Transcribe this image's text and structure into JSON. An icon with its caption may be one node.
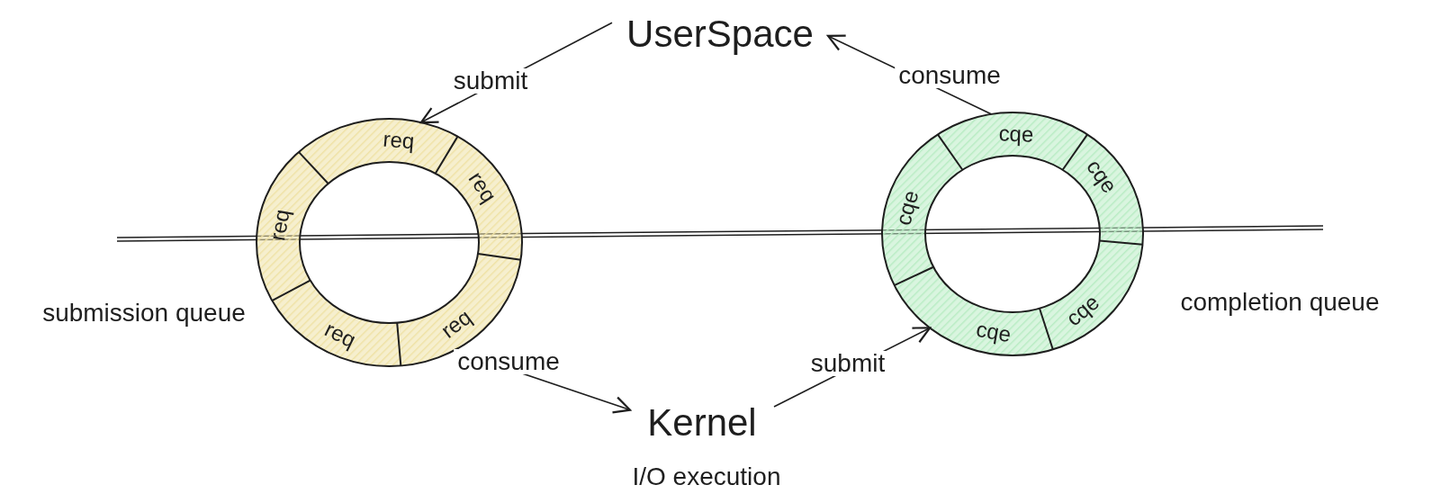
{
  "diagram": {
    "nodes": [
      {
        "text": [
          "UserSpace"
        ]
      },
      {
        "text": [
          "Kernel"
        ],
        "beside": [
          "I/O execution"
        ]
      },
      {
        "text": [
          "req",
          "req",
          "req",
          "req",
          "req"
        ],
        "beside": [
          "submission queue"
        ]
      },
      {
        "text": [
          "cqe",
          "cqe",
          "cqe",
          "cqe",
          "cqe"
        ],
        "beside": [
          "completion queue"
        ]
      }
    ],
    "edges": [
      {
        "from": 0,
        "to": 2,
        "arrow": "to",
        "label": "submit"
      },
      {
        "from": 3,
        "to": 0,
        "arrow": "to",
        "label": "consume"
      },
      {
        "from": 2,
        "to": 1,
        "arrow": "to",
        "label": "consume"
      },
      {
        "from": 1,
        "to": 3,
        "arrow": "to",
        "label": "submit"
      }
    ]
  }
}
